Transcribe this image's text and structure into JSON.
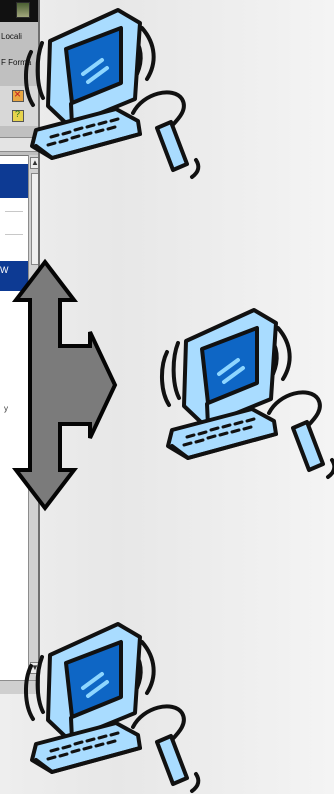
{
  "left_window": {
    "toolbar_text_1": "Locali",
    "toolbar_text_2": "F Forma",
    "band_text": "W",
    "side_mark": "y"
  },
  "diagram": {
    "objects": [
      {
        "name": "computer-top",
        "icon": "computer-icon"
      },
      {
        "name": "computer-middle",
        "icon": "computer-icon"
      },
      {
        "name": "computer-bottom",
        "icon": "computer-icon"
      },
      {
        "name": "network-arrow",
        "icon": "three-way-arrow-icon"
      }
    ]
  },
  "colors": {
    "computer_outline": "#111111",
    "computer_fill": "#a9dcff",
    "screen_fill": "#0e66c5",
    "arrow_fill": "#7b7b7b",
    "arrow_outline": "#050505"
  }
}
